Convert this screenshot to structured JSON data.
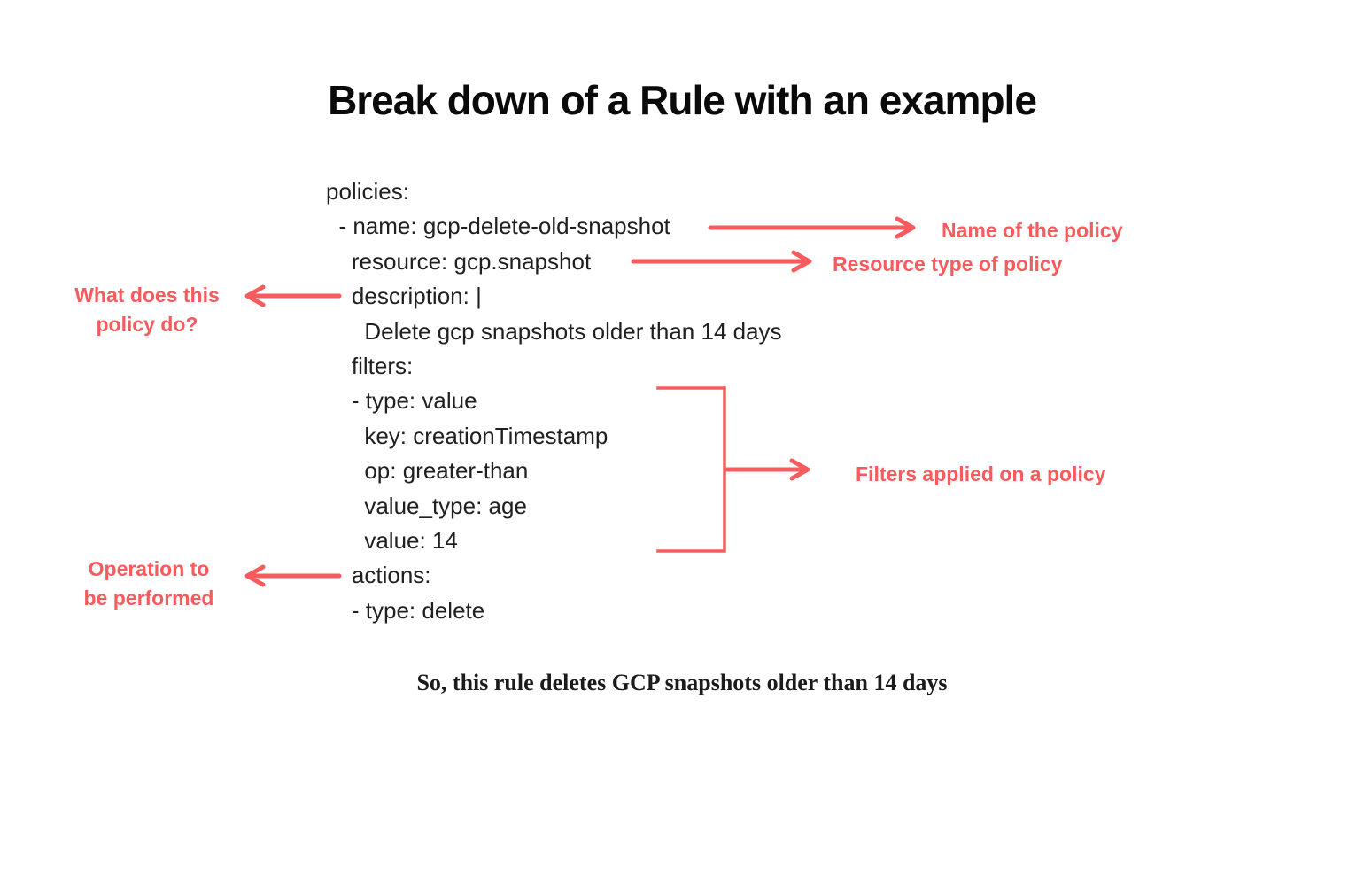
{
  "title": "Break down of a Rule with an example",
  "colors": {
    "accent": "#f65b5d",
    "code_text": "#202020",
    "title_text": "#0a0a0a",
    "background": "#ffffff"
  },
  "code": {
    "lines": [
      "policies:",
      "  - name: gcp-delete-old-snapshot",
      "    resource: gcp.snapshot",
      "    description: |",
      "      Delete gcp snapshots older than 14 days",
      "    filters:",
      "    - type: value",
      "      key: creationTimestamp",
      "      op: greater-than",
      "      value_type: age",
      "      value: 14",
      "    actions:",
      "    - type: delete"
    ]
  },
  "annotations": {
    "name_of_policy": "Name of the policy",
    "resource_type": "Resource type of policy",
    "description_line1": "What does this",
    "description_line2": "policy do?",
    "filters": "Filters applied on a policy",
    "actions_line1": "Operation to",
    "actions_line2": "be performed"
  },
  "caption": "So, this rule deletes GCP snapshots older than 14 days"
}
